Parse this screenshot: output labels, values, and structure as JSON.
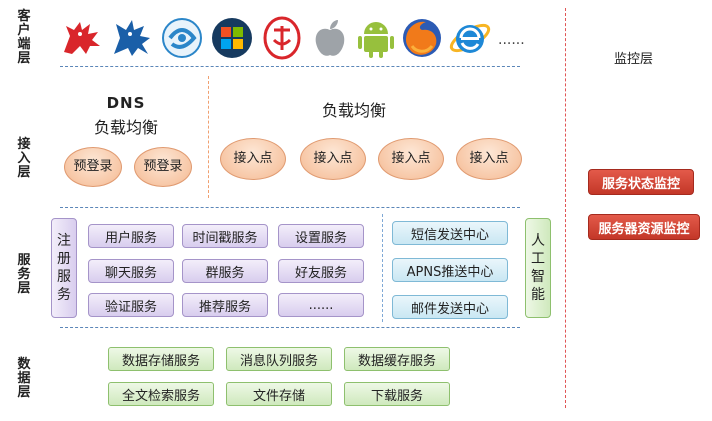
{
  "layers": {
    "client": "客户端层",
    "access": "接入层",
    "service": "服务层",
    "data": "数据层"
  },
  "client": {
    "ellipsis": "......"
  },
  "access": {
    "dns_title": "DNS",
    "dns_subtitle": "负载均衡",
    "prelogin": [
      "预登录",
      "预登录"
    ],
    "lb_title": "负载均衡",
    "access_points": [
      "接入点",
      "接入点",
      "接入点",
      "接入点"
    ]
  },
  "service": {
    "register": "注册服务",
    "grid": [
      [
        "用户服务",
        "时间戳服务",
        "设置服务"
      ],
      [
        "聊天服务",
        "群服务",
        "好友服务"
      ],
      [
        "验证服务",
        "推荐服务",
        "......"
      ]
    ],
    "messaging": [
      "短信发送中心",
      "APNS推送中心",
      "邮件发送中心"
    ],
    "ai": "人工智能"
  },
  "data": {
    "items": [
      [
        "数据存储服务",
        "消息队列服务",
        "数据缓存服务"
      ],
      [
        "全文检索服务",
        "文件存储",
        "下载服务"
      ]
    ]
  },
  "monitor": {
    "title": "监控层",
    "items": [
      "服务状态监控",
      "服务器资源监控"
    ]
  },
  "colors": {
    "accent_blue": "#5b86b8",
    "monitor_red": "#c33728"
  }
}
